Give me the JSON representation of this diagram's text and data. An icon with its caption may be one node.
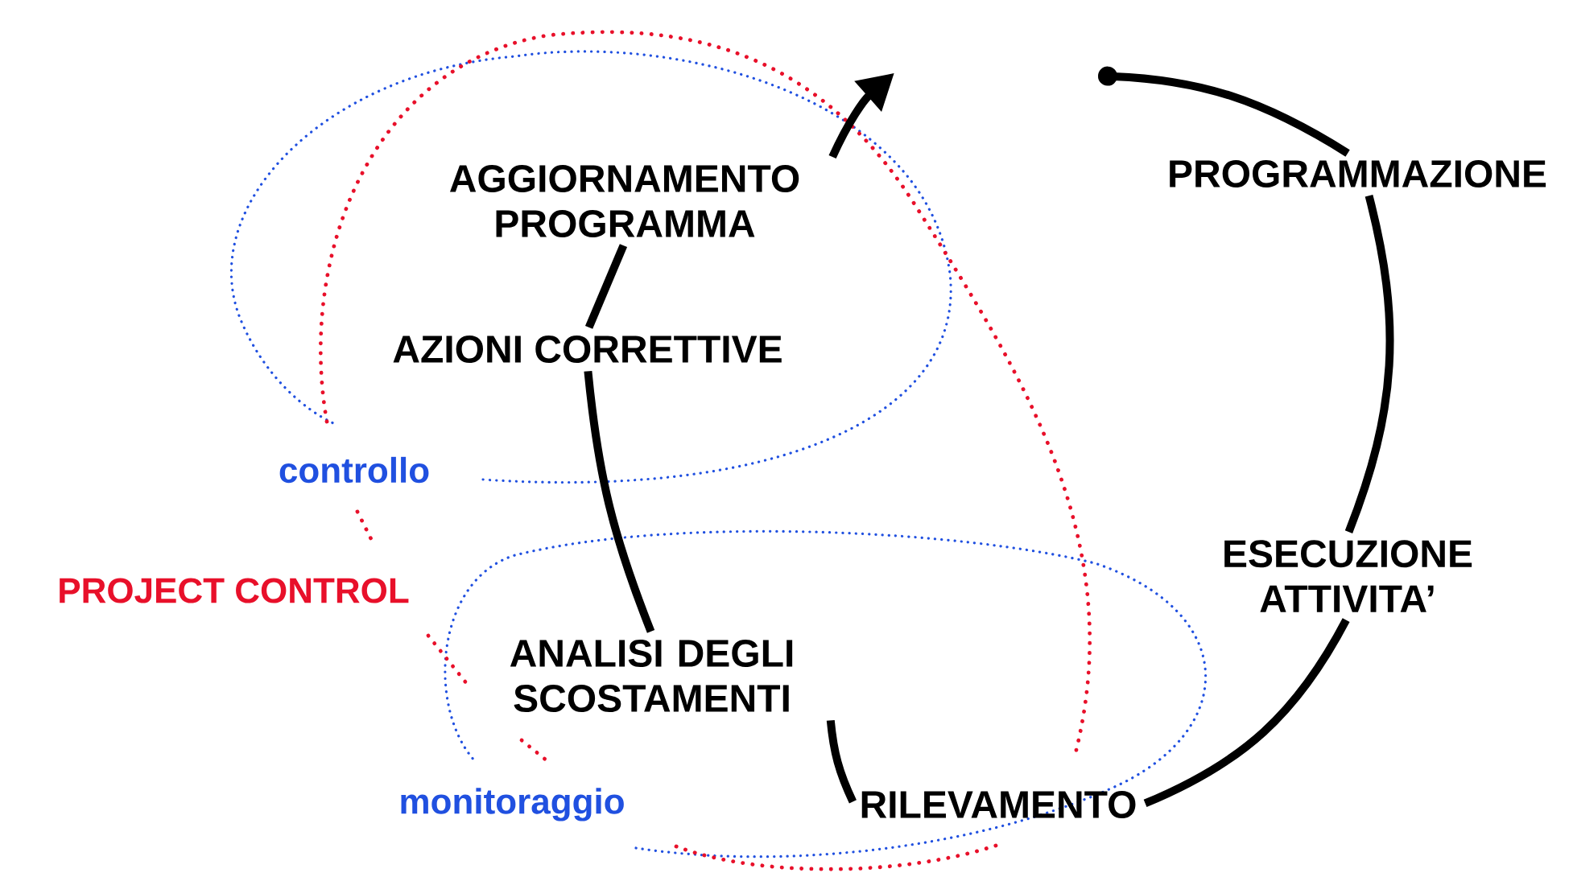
{
  "diagram": {
    "nodes": [
      {
        "text": [
          "PROGRAMMAZIONE"
        ]
      },
      {
        "text": [
          "ESECUZIONE ATTIVITA’"
        ]
      },
      {
        "text": [
          "RILEVAMENTO"
        ]
      },
      {
        "text": [
          "ANALISI DEGLI SCOSTAMENTI"
        ]
      },
      {
        "text": [
          "AZIONI CORRETTIVE"
        ]
      },
      {
        "text": [
          "AGGIORNAMENTO PROGRAMMA"
        ]
      }
    ],
    "edges": [
      {
        "from": null,
        "to": 0,
        "arrow": "other"
      },
      {
        "from": 0,
        "to": 1,
        "arrow": "none"
      },
      {
        "from": 1,
        "to": 2,
        "arrow": "none"
      },
      {
        "from": 2,
        "to": 3,
        "arrow": "none"
      },
      {
        "from": 3,
        "to": 4,
        "arrow": "none"
      },
      {
        "from": 4,
        "to": 5,
        "arrow": "none"
      },
      {
        "from": 5,
        "to": null,
        "arrow": "to"
      }
    ],
    "labels": [
      "controllo",
      "PROJECT CONTROL",
      "monitoraggio"
    ]
  }
}
